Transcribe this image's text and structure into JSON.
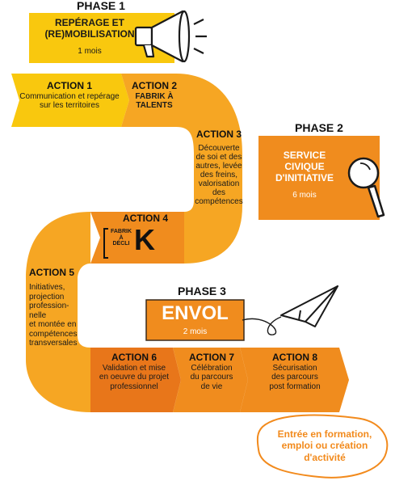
{
  "colors": {
    "yellow": "#f9c80e",
    "orange_light": "#f6a623",
    "orange": "#f08c1e",
    "orange_dark": "#e8761a",
    "outline": "#f28a1c"
  },
  "phase1": {
    "label": "PHASE 1",
    "title_line1": "REPÉRAGE ET",
    "title_line2": "(RE)MOBILISATION",
    "duration": "1 mois",
    "icon": "megaphone-icon"
  },
  "action1": {
    "title": "ACTION 1",
    "line1": "Communication et repérage",
    "line2": "sur les territoires"
  },
  "action2": {
    "title": "ACTION 2",
    "line1": "FABRIK À",
    "line2": "TALENTS"
  },
  "action3": {
    "title": "ACTION 3",
    "lines": [
      "Découverte",
      "de soi et des",
      "autres, levée",
      "des freins,",
      "valorisation",
      "des",
      "compétences"
    ]
  },
  "phase2": {
    "label": "PHASE 2",
    "title_line1": "SERVICE",
    "title_line2": "CIVIQUE",
    "title_line3": "D'INITIATIVE",
    "duration": "6 mois",
    "icon": "magnifier-icon"
  },
  "action4": {
    "title": "ACTION 4",
    "logo_top": "FABRIK",
    "logo_mid": "À",
    "logo_bottom": "DÉCLI",
    "logo_k": "K"
  },
  "action5": {
    "title": "ACTION 5",
    "lines": [
      "Initiatives,",
      "projection",
      "profession-",
      "nelle",
      "et montée en",
      "compétences",
      "transversales"
    ]
  },
  "phase3": {
    "label": "PHASE 3",
    "title": "ENVOL",
    "duration": "2 mois",
    "icon": "paper-plane-icon"
  },
  "action6": {
    "title": "ACTION 6",
    "lines": [
      "Validation et mise",
      "en oeuvre du projet",
      "professionnel"
    ]
  },
  "action7": {
    "title": "ACTION 7",
    "lines": [
      "Célébration",
      "du parcours",
      "de vie"
    ]
  },
  "action8": {
    "title": "ACTION 8",
    "lines": [
      "Sécurisation",
      "des parcours",
      "post formation"
    ]
  },
  "outcome": {
    "line1": "Entrée en formation,",
    "line2": "emploi ou création",
    "line3": "d'activité"
  }
}
